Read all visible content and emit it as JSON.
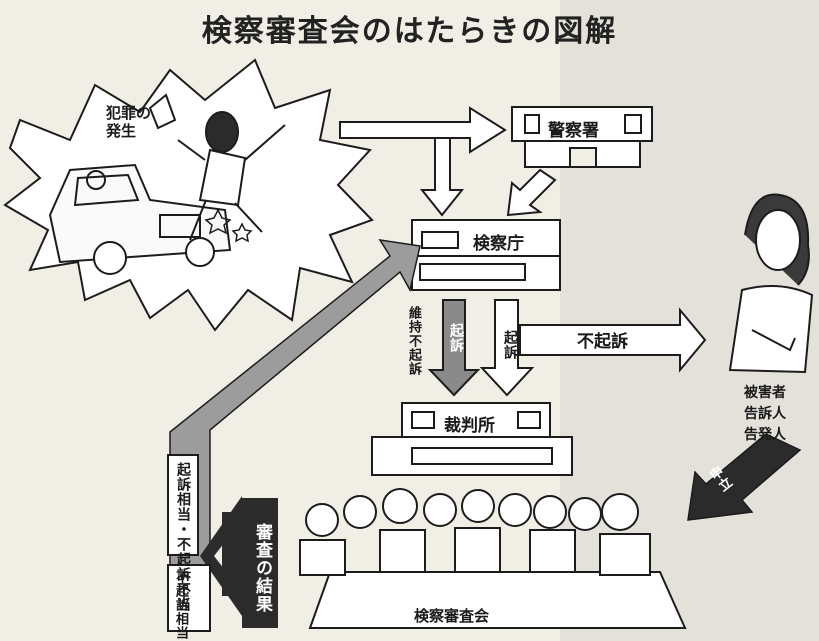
{
  "title": "検察審査会のはたらきの図解",
  "labels": {
    "crime": "犯罪の発生",
    "police": "警察署",
    "prosecutor": "検察庁",
    "court": "裁判所",
    "council": "検察審査会",
    "non_prosecution_arrow": "不起訴",
    "prosecution": "起訴",
    "prosecution_dark": "起訴",
    "maintain_non_prosecution": "維持不起訴",
    "victim_roles": [
      "被害者",
      "告訴人",
      "告発人"
    ],
    "petition": "申立",
    "review_result": "審査の結果",
    "prosecution_appropriate": "起訴相当・不起訴不当",
    "non_prosecution_appropriate": "不起訴相当"
  },
  "colors": {
    "background": "#f1eee6",
    "light_arrow": "#ffffff",
    "gray_arrow": "#9c9c9c",
    "dark_arrow": "#2b2b2b",
    "outline": "#1c1c1c"
  }
}
